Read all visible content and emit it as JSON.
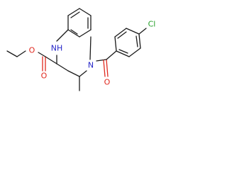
{
  "molecule": {
    "atoms": {
      "ester_O1": "O",
      "ester_O2": "O",
      "amine_NH": "NH",
      "amide_N": "N",
      "carbonyl_O": "O",
      "chlorine": "Cl"
    }
  }
}
